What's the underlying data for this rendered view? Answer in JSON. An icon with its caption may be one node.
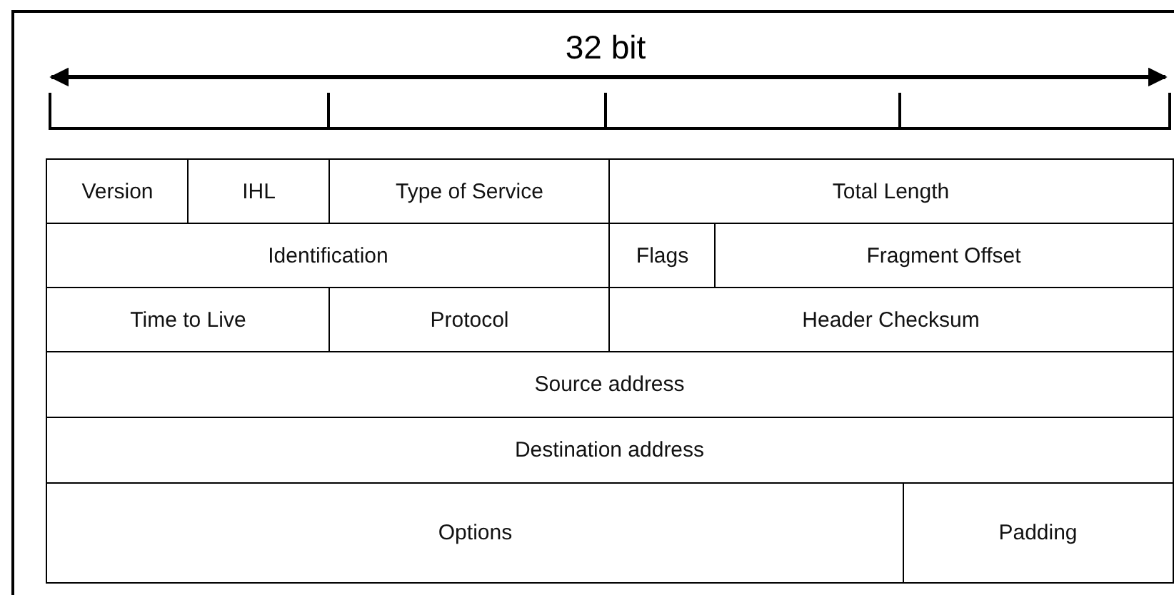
{
  "diagram": {
    "nodes": [
      {
        "text": [
          "Version"
        ]
      },
      {
        "text": [
          "IHL"
        ]
      },
      {
        "text": [
          "Type of Service"
        ]
      },
      {
        "text": [
          "Total Length"
        ]
      },
      {
        "text": [
          "Identification"
        ]
      },
      {
        "text": [
          "Flags"
        ]
      },
      {
        "text": [
          "Fragment Offset"
        ]
      },
      {
        "text": [
          "Time to Live"
        ]
      },
      {
        "text": [
          "Protocol"
        ]
      },
      {
        "text": [
          "Header Checksum"
        ]
      },
      {
        "text": [
          "Source address"
        ]
      },
      {
        "text": [
          "Destination address"
        ]
      },
      {
        "text": [
          "Options"
        ]
      },
      {
        "text": [
          "Padding"
        ]
      }
    ],
    "edges": [],
    "labels": [
      "32 bit"
    ]
  }
}
